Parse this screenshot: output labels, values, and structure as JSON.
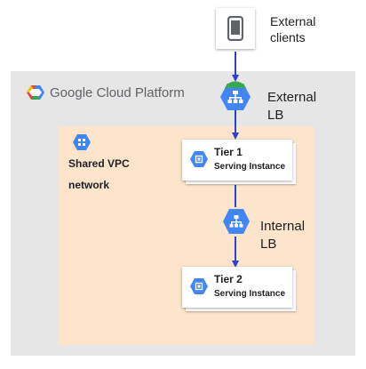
{
  "platform": {
    "name": "Google Cloud Platform"
  },
  "clients": {
    "label_line1": "External",
    "label_line2": "clients",
    "icon": "phone-icon"
  },
  "external_lb": {
    "label_line1": "External",
    "label_line2": "LB",
    "icon": "load-balancer-icon"
  },
  "vpc": {
    "label_line1": "Shared VPC",
    "label_line2": "network",
    "icon": "vpc-network-icon"
  },
  "tier1": {
    "title": "Tier 1",
    "subtitle": "Serving Instance",
    "icon": "compute-instance-icon"
  },
  "internal_lb": {
    "label_line1": "Internal",
    "label_line2": "LB",
    "icon": "load-balancer-icon"
  },
  "tier2": {
    "title": "Tier 2",
    "subtitle": "Serving Instance",
    "icon": "compute-instance-icon"
  },
  "colors": {
    "arrow": "#2f3fcf",
    "gcp_blue": "#4285f4",
    "lb_cap_green": "#34a853",
    "platform_bg": "#e6e6e6",
    "vpc_bg": "#fde5cc"
  }
}
